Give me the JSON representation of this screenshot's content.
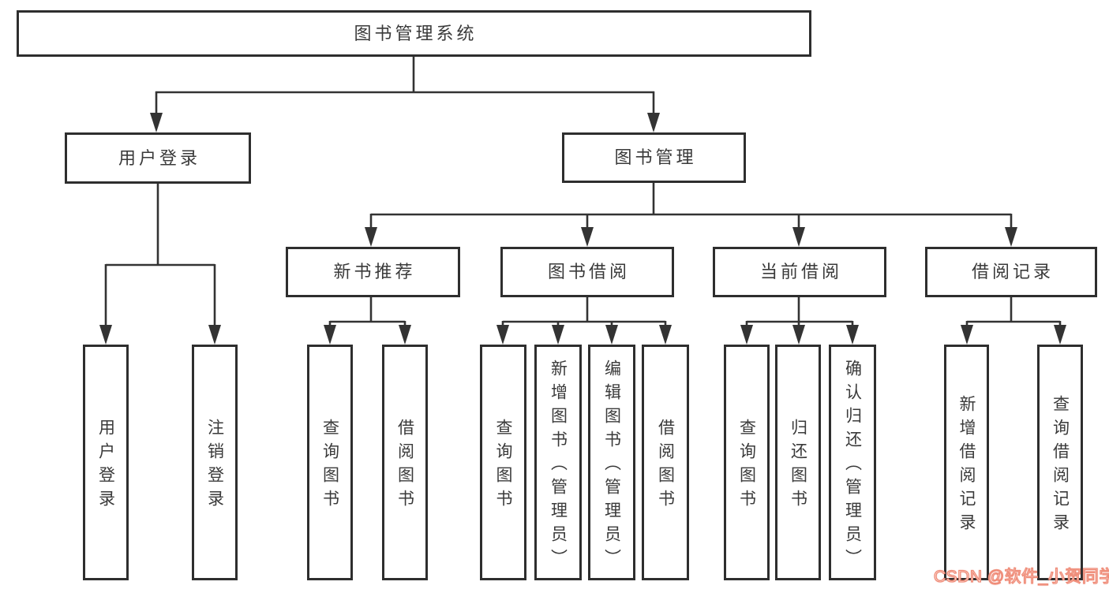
{
  "root": {
    "label": "图书管理系统"
  },
  "level1": [
    {
      "label": "用户登录"
    },
    {
      "label": "图书管理"
    }
  ],
  "level2": [
    {
      "label": "新书推荐"
    },
    {
      "label": "图书借阅"
    },
    {
      "label": "当前借阅"
    },
    {
      "label": "借阅记录"
    }
  ],
  "leaves": {
    "login": [
      "用户登录",
      "注销登录"
    ],
    "newbook": [
      "查询图书",
      "借阅图书"
    ],
    "borrow": [
      "查询图书",
      "新增图书（管理员）",
      "编辑图书（管理员）",
      "借阅图书"
    ],
    "current": [
      "查询图书",
      "归还图书",
      "确认归还（管理员）"
    ],
    "records": [
      "新增借阅记录",
      "查询借阅记录"
    ]
  },
  "watermark": {
    "text": "CSDN @软件_小贺同学"
  },
  "colors": {
    "line": "#333333",
    "border": "#2e2e2e",
    "text": "#3a3a3a",
    "background": "#ffffff",
    "watermark": "#ef8a76"
  }
}
